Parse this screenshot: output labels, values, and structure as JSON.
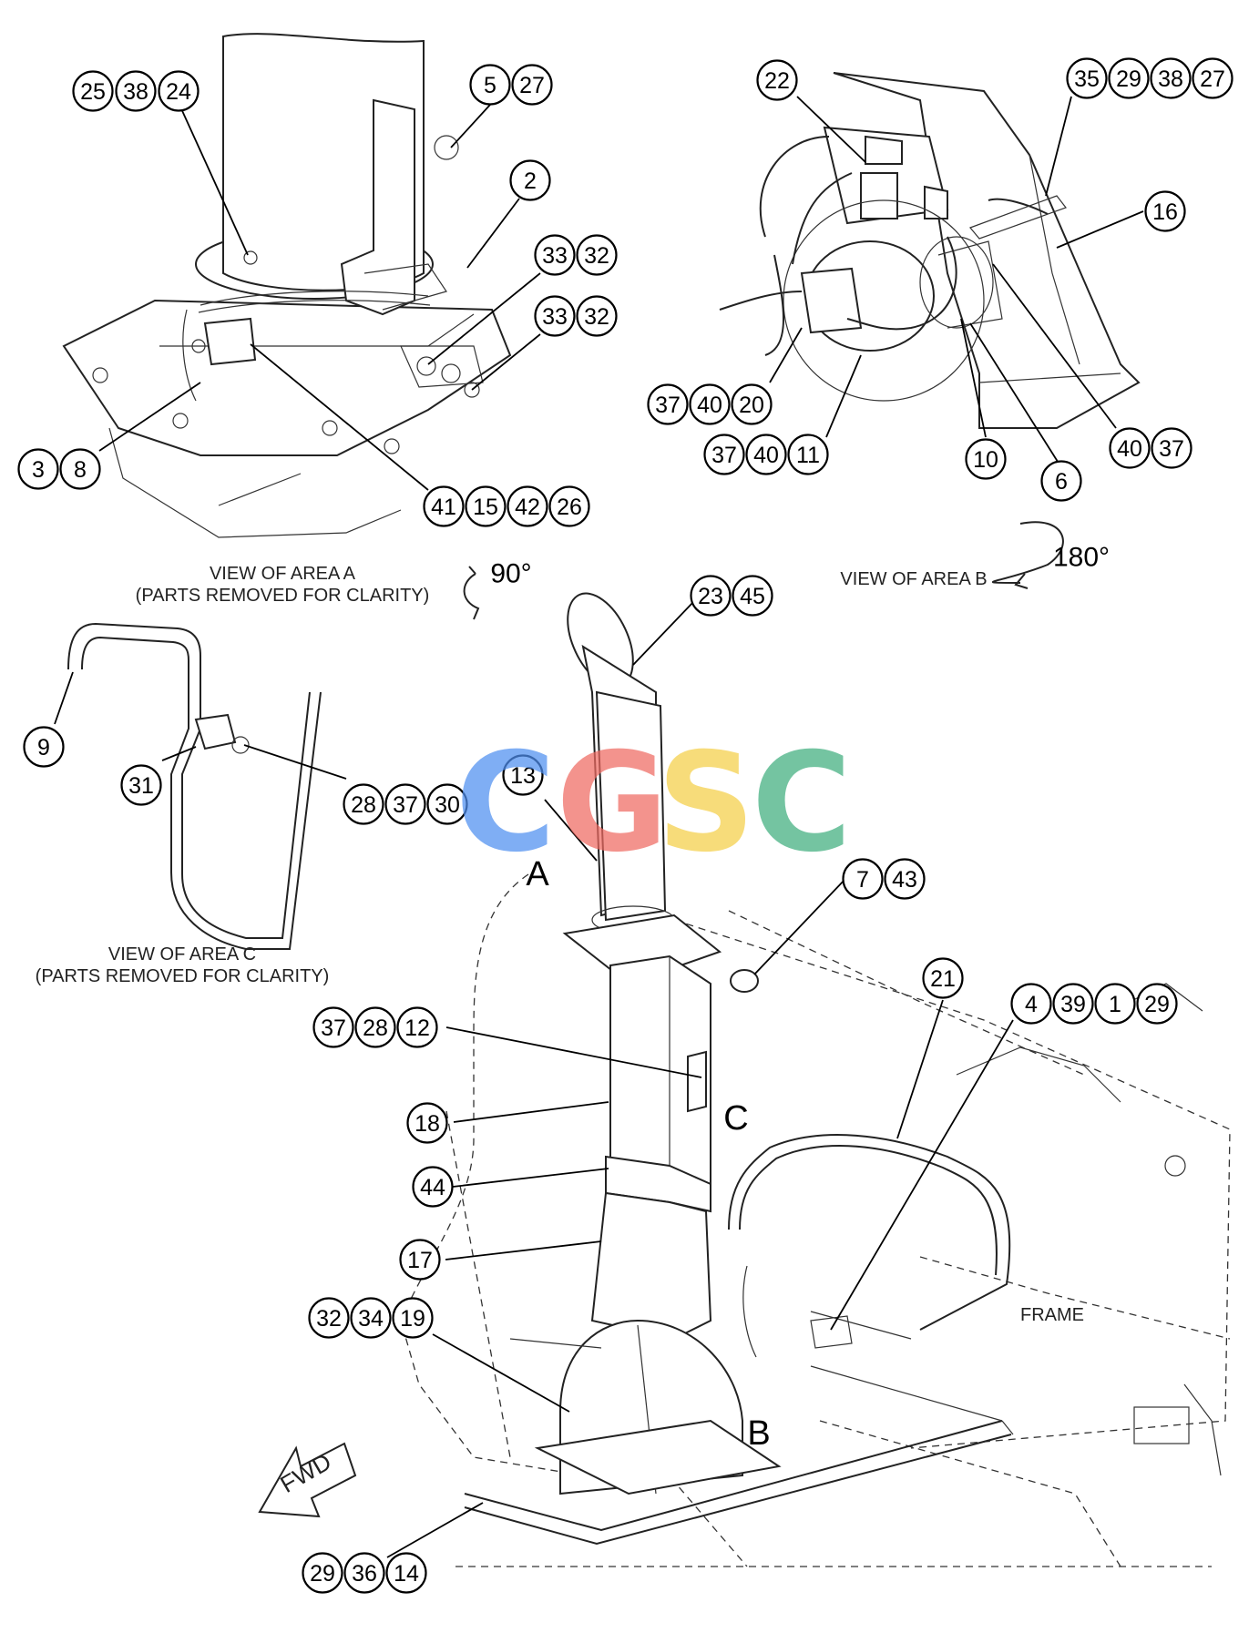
{
  "colors": {
    "watermark_c1": "#4f8ff0",
    "watermark_g": "#ef6a62",
    "watermark_s": "#f5cf48",
    "watermark_c2": "#3fae7e",
    "line": "#222222"
  },
  "watermark": {
    "letters": [
      "C",
      "G",
      "S",
      "C"
    ]
  },
  "captions": {
    "area_a_line1": "VIEW OF AREA A",
    "area_a_line2": "(PARTS REMOVED FOR CLARITY)",
    "area_b": "VIEW OF AREA B",
    "area_c_line1": "VIEW OF AREA C",
    "area_c_line2": "(PARTS REMOVED FOR CLARITY)",
    "rotation_a": "90°",
    "rotation_b": "180°",
    "frame": "FRAME",
    "fwd": "FWD",
    "label_a": "A",
    "label_b": "B",
    "label_c": "C"
  },
  "callout_groups": [
    {
      "id": "25-38-24",
      "numbers": [
        "25",
        "38",
        "24"
      ]
    },
    {
      "id": "5-27",
      "numbers": [
        "5",
        "27"
      ]
    },
    {
      "id": "2",
      "numbers": [
        "2"
      ]
    },
    {
      "id": "33-32-a",
      "numbers": [
        "33",
        "32"
      ]
    },
    {
      "id": "33-32-b",
      "numbers": [
        "33",
        "32"
      ]
    },
    {
      "id": "3-8",
      "numbers": [
        "3",
        "8"
      ]
    },
    {
      "id": "41-15-42-26",
      "numbers": [
        "41",
        "15",
        "42",
        "26"
      ]
    },
    {
      "id": "22",
      "numbers": [
        "22"
      ]
    },
    {
      "id": "35-29-38-27",
      "numbers": [
        "35",
        "29",
        "38",
        "27"
      ]
    },
    {
      "id": "16",
      "numbers": [
        "16"
      ]
    },
    {
      "id": "37-40-20",
      "numbers": [
        "37",
        "40",
        "20"
      ]
    },
    {
      "id": "37-40-11",
      "numbers": [
        "37",
        "40",
        "11"
      ]
    },
    {
      "id": "10",
      "numbers": [
        "10"
      ]
    },
    {
      "id": "6",
      "numbers": [
        "6"
      ]
    },
    {
      "id": "40-37",
      "numbers": [
        "40",
        "37"
      ]
    },
    {
      "id": "23-45",
      "numbers": [
        "23",
        "45"
      ]
    },
    {
      "id": "9",
      "numbers": [
        "9"
      ]
    },
    {
      "id": "31",
      "numbers": [
        "31"
      ]
    },
    {
      "id": "28-37-30",
      "numbers": [
        "28",
        "37",
        "30"
      ]
    },
    {
      "id": "13",
      "numbers": [
        "13"
      ]
    },
    {
      "id": "7-43",
      "numbers": [
        "7",
        "43"
      ]
    },
    {
      "id": "21",
      "numbers": [
        "21"
      ]
    },
    {
      "id": "4-39-1-29",
      "numbers": [
        "4",
        "39",
        "1",
        "29"
      ]
    },
    {
      "id": "37-28-12",
      "numbers": [
        "37",
        "28",
        "12"
      ]
    },
    {
      "id": "18",
      "numbers": [
        "18"
      ]
    },
    {
      "id": "44",
      "numbers": [
        "44"
      ]
    },
    {
      "id": "17",
      "numbers": [
        "17"
      ]
    },
    {
      "id": "32-34-19",
      "numbers": [
        "32",
        "34",
        "19"
      ]
    },
    {
      "id": "29-36-14",
      "numbers": [
        "29",
        "36",
        "14"
      ]
    }
  ]
}
